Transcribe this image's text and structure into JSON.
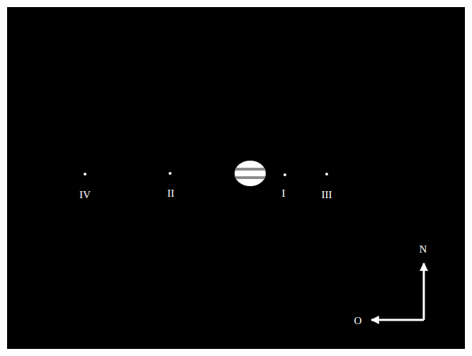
{
  "diagram": {
    "labels": [
      "IV",
      "II",
      "I",
      "III",
      "N",
      "O"
    ]
  }
}
